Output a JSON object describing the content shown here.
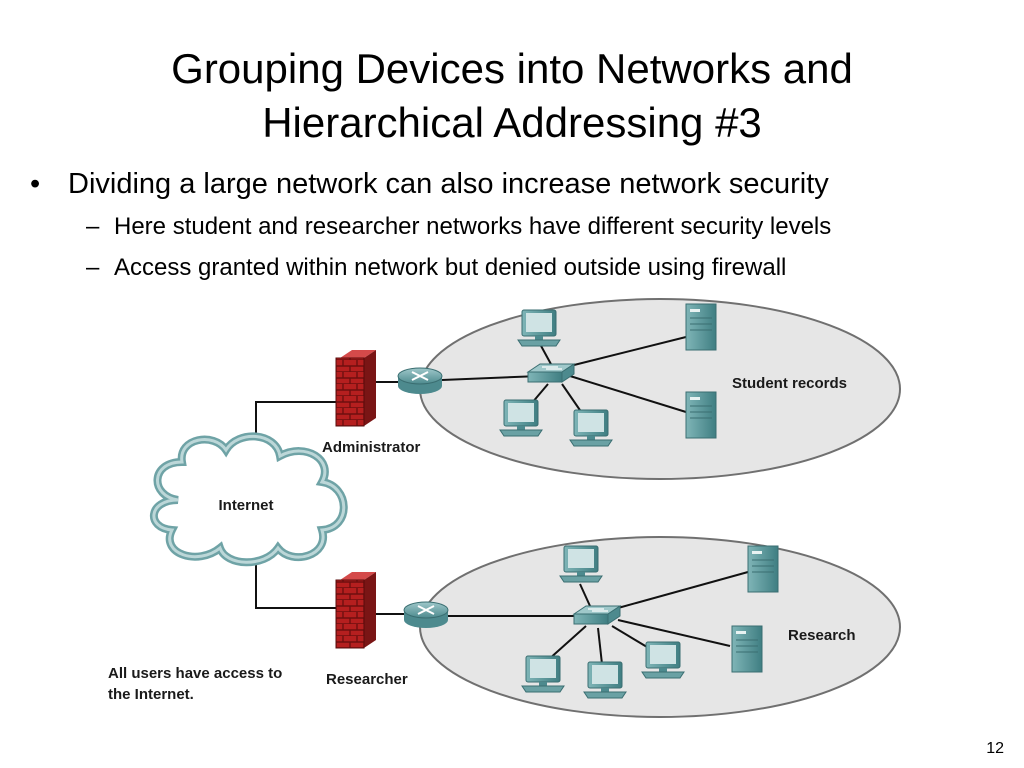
{
  "slide": {
    "title_line1": "Grouping Devices into Networks and",
    "title_line2": "Hierarchical Addressing #3",
    "bullet": "Dividing a large network can also increase network security",
    "sub_bullets": [
      "Here student and researcher networks have different security levels",
      "Access granted within network but denied outside using firewall"
    ],
    "bullet_marker": "•",
    "dash_marker": "–",
    "page_number": "12"
  },
  "diagram": {
    "cloud_label": "Internet",
    "top_network_label": "Student records",
    "top_firewall_label": "Administrator",
    "bottom_network_label": "Research",
    "bottom_firewall_label": "Researcher",
    "note_line1": "All users have access to",
    "note_line2": "the Internet."
  },
  "colors": {
    "firewall_brick": "#b51f1f",
    "device_teal": "#5f9ea0",
    "network_oval": "#e6e6e6",
    "cloud_outline": "#6fa3a6"
  }
}
